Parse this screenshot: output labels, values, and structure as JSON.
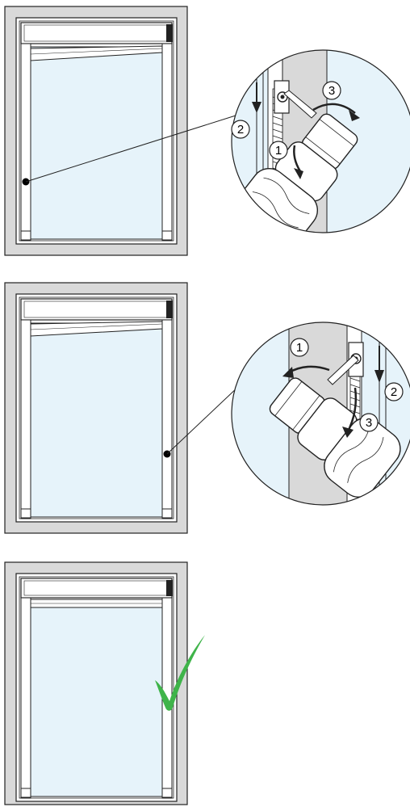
{
  "diagram": {
    "panels": [
      {
        "id": "step-1",
        "callout_steps": [
          {
            "label": "1",
            "action": "rotate"
          },
          {
            "label": "2",
            "action": "push-down"
          },
          {
            "label": "3",
            "action": "rotate"
          }
        ]
      },
      {
        "id": "step-2",
        "callout_steps": [
          {
            "label": "1",
            "action": "rotate"
          },
          {
            "label": "2",
            "action": "push-down"
          },
          {
            "label": "3",
            "action": "rotate"
          }
        ]
      },
      {
        "id": "step-3",
        "result": "check-mark-icon"
      }
    ]
  },
  "colors": {
    "frame": "#d9d9d9",
    "glass": "#e6f3fa",
    "outline": "#222222",
    "check": "#3fb44a"
  }
}
